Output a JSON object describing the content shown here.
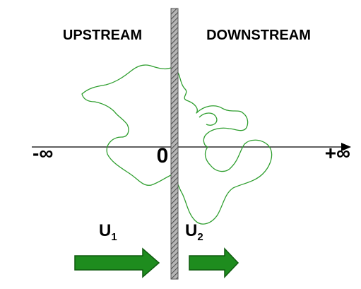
{
  "regions": {
    "upstream": "UPSTREAM",
    "downstream": "DOWNSTREAM"
  },
  "axis": {
    "left_end": "-∞",
    "origin": "0",
    "right_end": "+∞"
  },
  "velocities": {
    "upstream": {
      "symbol": "U",
      "subscript": "1"
    },
    "downstream": {
      "symbol": "U",
      "subscript": "2"
    }
  },
  "colors": {
    "blob_outline": "#2e9e2e",
    "arrow_fill": "#1e8c1e",
    "arrow_stroke": "#0f5a0f",
    "wall_fill": "#9a9a9a",
    "wall_stroke": "#555555",
    "axis": "#000000"
  }
}
